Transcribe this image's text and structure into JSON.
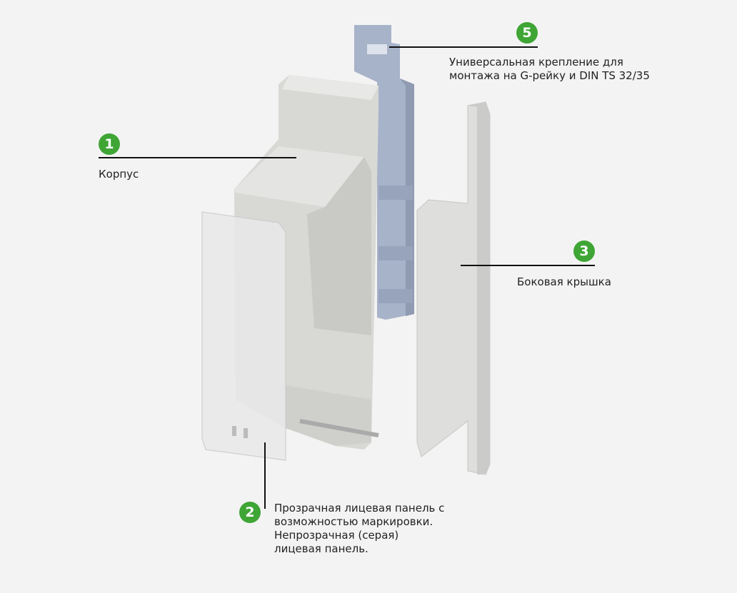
{
  "callouts": [
    {
      "number": "1",
      "text": [
        "Корпус"
      ]
    },
    {
      "number": "2",
      "text": [
        "Прозрачная лицевая панель с",
        "возможностью маркировки.",
        "Непрозрачная (серая)",
        "лицевая панель."
      ]
    },
    {
      "number": "3",
      "text": [
        "Боковая крышка"
      ]
    },
    {
      "number": "5",
      "text": [
        "Универсальная крепление для",
        "монтажа на G-рейку и DIN TS 32/35"
      ]
    }
  ],
  "colors": {
    "badge": "#3fa535",
    "background": "#f3f3f3",
    "clip": "#a7b3c9",
    "housing": "#d9dad6"
  }
}
